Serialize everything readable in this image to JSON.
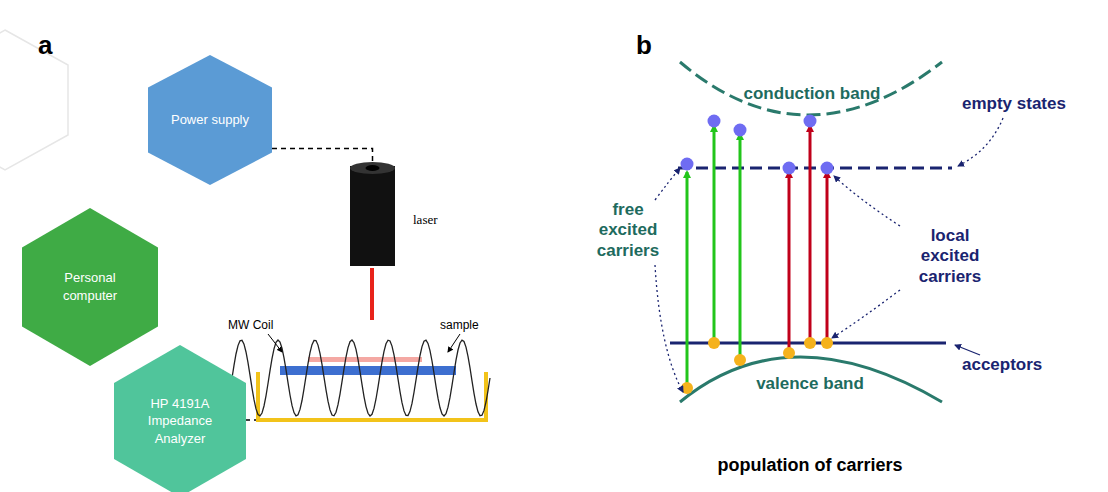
{
  "diagram": {
    "nodes": [
      {
        "text": [
          "Power supply"
        ]
      },
      {
        "text": [
          "Personal computer"
        ]
      },
      {
        "text": [
          "HP 4191A Impedance Analyzer"
        ]
      },
      {
        "text": [
          "laser"
        ]
      }
    ],
    "edges": [
      {
        "from": 0,
        "to": 3,
        "arrow": "none"
      }
    ],
    "labels": [
      "a",
      "MW Coil",
      "sample",
      "b",
      "conduction band",
      "empty states",
      "free excited carriers",
      "local excited carriers",
      "acceptors",
      "valence band",
      "population of carriers"
    ]
  }
}
